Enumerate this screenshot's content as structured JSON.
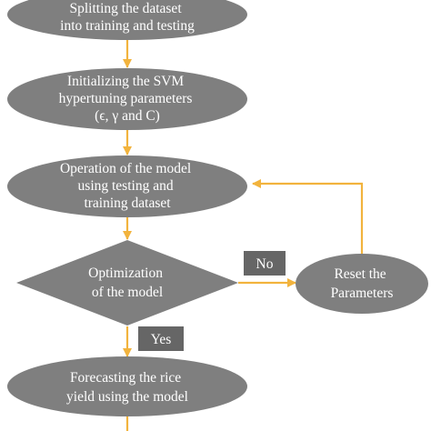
{
  "colors": {
    "node_fill": "#7f7f7f",
    "label_fill": "#666666",
    "arrow": "#f2b33d",
    "text": "#ffffff"
  },
  "flowchart": {
    "nodes": {
      "split": {
        "shape": "ellipse",
        "lines": [
          "Splitting the dataset",
          "into training and testing"
        ]
      },
      "init": {
        "shape": "ellipse",
        "lines": [
          "Initializing the SVM",
          "hypertuning parameters",
          "(ϵ, γ and C)"
        ]
      },
      "operate": {
        "shape": "ellipse",
        "lines": [
          "Operation of the model",
          "using testing and",
          "training dataset"
        ]
      },
      "optimize": {
        "shape": "diamond",
        "lines": [
          "Optimization",
          "of the model"
        ]
      },
      "reset": {
        "shape": "ellipse",
        "lines": [
          "Reset the",
          "Parameters"
        ]
      },
      "forecast": {
        "shape": "ellipse",
        "lines": [
          "Forecasting the rice",
          "yield using the model"
        ]
      }
    },
    "edge_labels": {
      "no": "No",
      "yes": "Yes"
    }
  }
}
